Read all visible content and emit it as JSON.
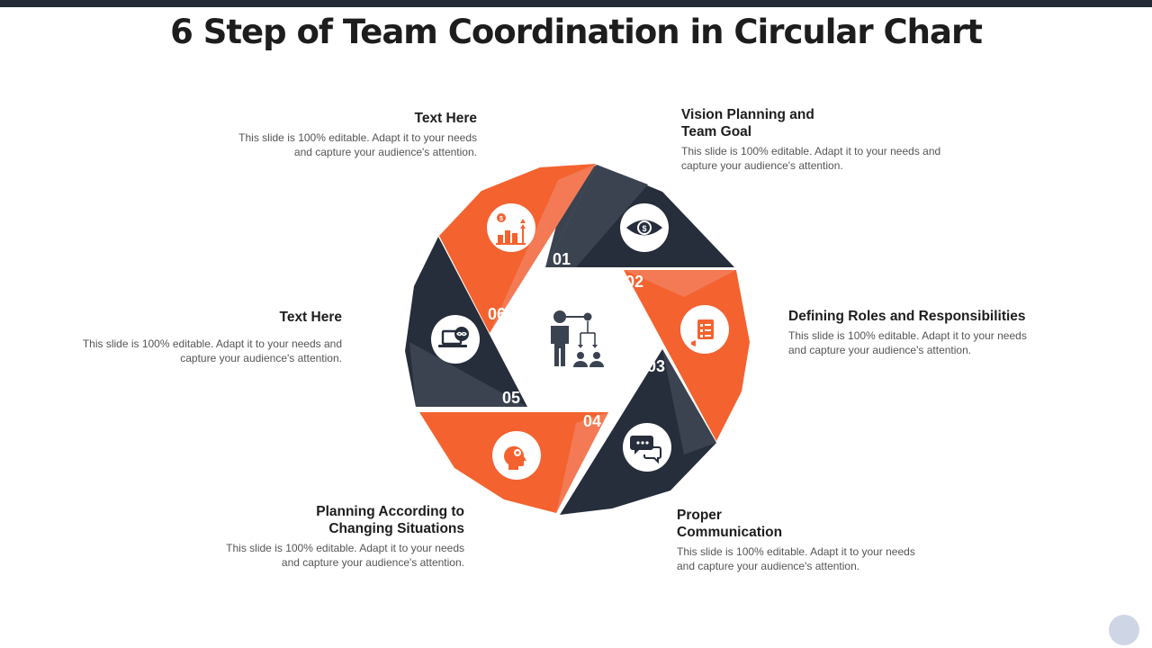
{
  "title": "6 Step of Team Coordination in Circular Chart",
  "colors": {
    "dark": "#262d3b",
    "dark_light": "#3b4351",
    "orange": "#f4622f",
    "orange_light": "#f37a54"
  },
  "steps": [
    {
      "number": "01",
      "heading": "Vision Planning and Team Goal",
      "description": "This slide is 100% editable. Adapt it to your needs and capture your audience's attention.",
      "icon": "eye-dollar-icon",
      "color": "dark"
    },
    {
      "number": "02",
      "heading": "Defining Roles and Responsibilities",
      "description": "This slide is 100% editable. Adapt it to your needs and capture your audience's attention.",
      "icon": "checklist-icon",
      "color": "orange"
    },
    {
      "number": "03",
      "heading": "Proper Communication",
      "description": "This slide is 100% editable. Adapt it to your needs and capture your audience's attention.",
      "icon": "chat-bubbles-icon",
      "color": "dark"
    },
    {
      "number": "04",
      "heading": "Planning According to Changing Situations",
      "description": "This slide is 100% editable. Adapt it to your needs and capture your audience's attention.",
      "icon": "head-gear-icon",
      "color": "orange"
    },
    {
      "number": "05",
      "heading": "Text Here",
      "description": "This slide is 100% editable. Adapt it to your needs and capture your audience's attention.",
      "icon": "laptop-infinity-icon",
      "color": "dark"
    },
    {
      "number": "06",
      "heading": "Text Here",
      "description": "This slide is 100% editable. Adapt it to your needs and capture your audience's attention.",
      "icon": "growth-chart-icon",
      "color": "orange"
    }
  ],
  "center_icon": "team-hierarchy-icon"
}
